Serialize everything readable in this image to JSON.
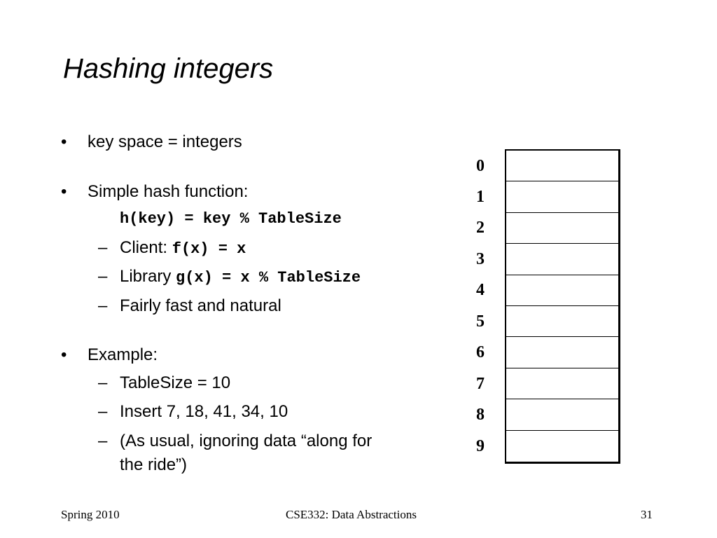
{
  "slide": {
    "title": "Hashing integers"
  },
  "bullets": {
    "b1": {
      "symbol": "•",
      "text": "key space = integers"
    },
    "b2": {
      "symbol": "•",
      "text": "Simple hash function:",
      "code_line": "h(key) = key % TableSize",
      "subs": [
        {
          "dash": "–",
          "text": "Client: ",
          "code": "f(x) = x"
        },
        {
          "dash": "–",
          "text": "Library ",
          "code": "g(x) = x % TableSize"
        },
        {
          "dash": "–",
          "text": "Fairly fast and natural",
          "code": ""
        }
      ]
    },
    "b3": {
      "symbol": "•",
      "text": "Example:",
      "subs": [
        {
          "dash": "–",
          "text": "TableSize = 10"
        },
        {
          "dash": "–",
          "text": "Insert 7, 18, 41, 34, 10"
        },
        {
          "dash": "–",
          "text_line1": "(As usual, ignoring data “along for",
          "text_line2": "the ride”)"
        }
      ]
    }
  },
  "hash_table": {
    "indices": [
      "0",
      "1",
      "2",
      "3",
      "4",
      "5",
      "6",
      "7",
      "8",
      "9"
    ],
    "cells": [
      "",
      "",
      "",
      "",
      "",
      "",
      "",
      "",
      "",
      ""
    ]
  },
  "footer": {
    "left": "Spring 2010",
    "center": "CSE332: Data Abstractions",
    "right": "31"
  }
}
